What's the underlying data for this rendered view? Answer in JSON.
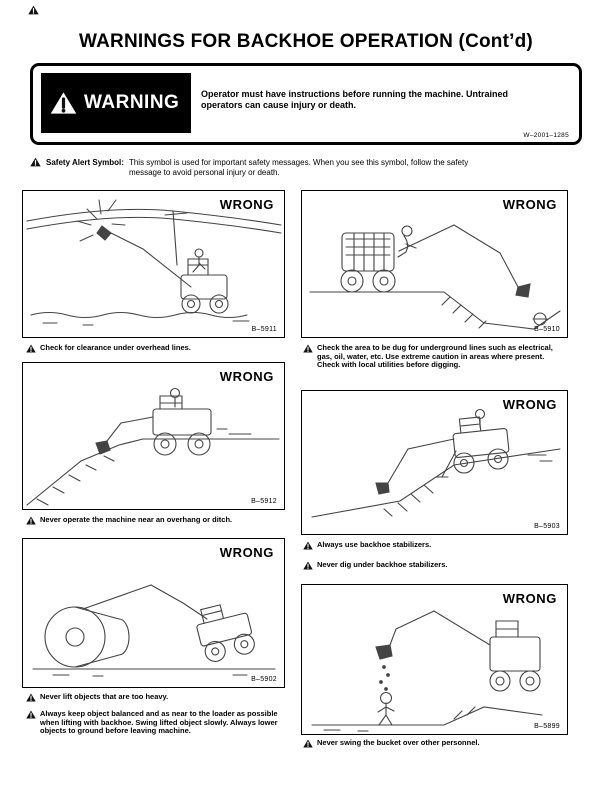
{
  "page": {
    "title": "WARNINGS FOR BACKHOE OPERATION (Cont’d)"
  },
  "warning_banner": {
    "label": "WARNING",
    "text": "Operator must have instructions before running the machine. Untrained operators can cause injury or death.",
    "code": "W–2001–1285"
  },
  "safety_alert": {
    "label": "Safety Alert Symbol:",
    "text": "This symbol is used for important safety messages. When you see this symbol, follow the safety message to avoid personal injury or death."
  },
  "labels": {
    "wrong": "WRONG"
  },
  "figures": {
    "overhead_lines": {
      "number": "B–5911",
      "caption": "Check for clearance under overhead lines."
    },
    "underground_lines": {
      "number": "B–5910",
      "caption": "Check the area to be dug for underground lines such as electrical, gas, oil, water, etc. Use extreme caution in areas where present. Check with local utilities before digging."
    },
    "overhang_ditch": {
      "number": "B–5912",
      "caption": "Never operate the machine near an overhang or ditch."
    },
    "stabilizers": {
      "number": "B–5903",
      "caption_use": "Always use backhoe stabilizers.",
      "caption_dig": "Never dig under backhoe stabilizers."
    },
    "heavy_objects": {
      "number": "B–5902",
      "caption_heavy": "Never lift objects that are too heavy.",
      "caption_balance": "Always keep object balanced and as near to the loader as possible when lifting with backhoe. Swing lifted object slowly. Always lower objects to ground before leaving machine."
    },
    "swing_personnel": {
      "number": "B–5899",
      "caption": "Never swing the bucket over other personnel."
    }
  }
}
